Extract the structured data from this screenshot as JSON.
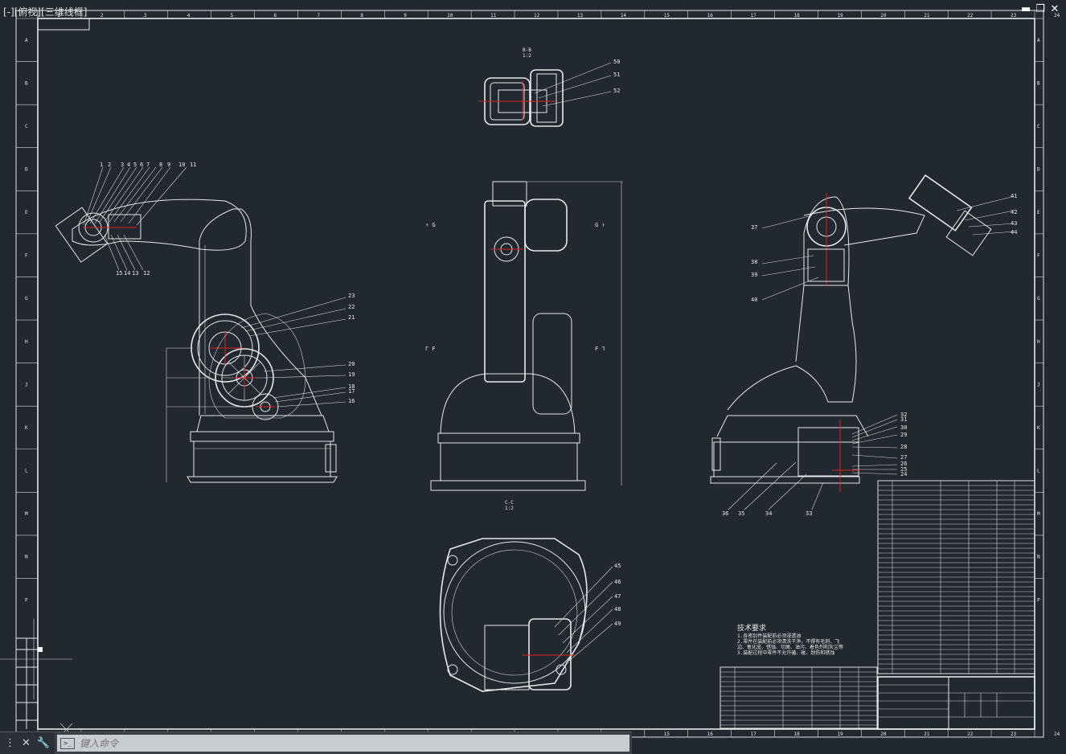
{
  "viewport": {
    "label": "[-][俯视][三维线框]"
  },
  "window_controls": {
    "minimize": "▬",
    "restore": "❐",
    "close": "✕"
  },
  "command_line": {
    "placeholder": "键入命令",
    "close_icon": "✕",
    "settings_icon": "🔧"
  },
  "drawing": {
    "top_numbers": [
      "1",
      "2",
      "3",
      "4",
      "5",
      "6",
      "7",
      "8",
      "9",
      "10",
      "11",
      "12",
      "13",
      "14",
      "15",
      "16",
      "17",
      "18",
      "19",
      "20",
      "21",
      "22",
      "23",
      "24"
    ],
    "side_letters": [
      "A",
      "B",
      "C",
      "D",
      "E",
      "F",
      "G",
      "H",
      "J",
      "K",
      "L",
      "M",
      "N",
      "P"
    ],
    "view_a_balloons": [
      "1",
      "2",
      "3",
      "4",
      "5",
      "6",
      "7",
      "8",
      "9",
      "10",
      "11",
      "15",
      "14",
      "13",
      "12"
    ],
    "view_a_right_balloons": [
      "23",
      "22",
      "21",
      "20",
      "19",
      "18",
      "17",
      "16"
    ],
    "view_top_balloons": [
      "50",
      "51",
      "52"
    ],
    "view_top_label": "B-B",
    "view_top_scale": "1:2",
    "view_right_balloons": [
      "41",
      "42",
      "43",
      "44",
      "37",
      "38",
      "39",
      "40"
    ],
    "view_right_lower_balloons": [
      "32",
      "31",
      "30",
      "29",
      "28",
      "27",
      "26",
      "25",
      "24"
    ],
    "view_right_bottom_balloons": [
      "36",
      "35",
      "34",
      "33"
    ],
    "view_bottom_balloons": [
      "45",
      "46",
      "47",
      "48",
      "49"
    ],
    "section_label": "C-C",
    "section_scale": "1:2",
    "tech_title": "技术要求",
    "tech_lines": [
      "1.各密封件装配前必须浸透油",
      "2.零件在装配前必须清洗干净，不得有毛刺、飞",
      "边、氧化皮、锈蚀、切屑、油污、着色剂和灰尘等",
      "3.装配过程中零件不允许磕、碰、划伤和锈蚀"
    ]
  }
}
